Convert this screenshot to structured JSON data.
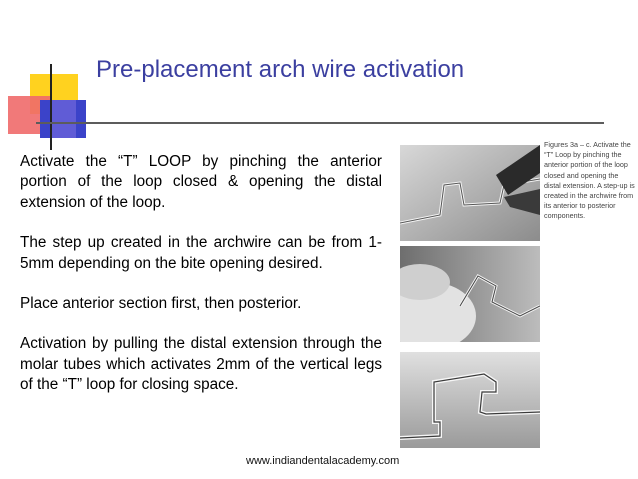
{
  "slide": {
    "title": "Pre-placement arch wire activation",
    "paragraphs": [
      "Activate the “T” LOOP by pinching the anterior portion of the loop closed & opening the distal extension of the loop.",
      "The step up created in the archwire can be from 1-5mm depending on the bite opening desired.",
      "Place anterior section first, then posterior.",
      "Activation by pulling the distal extension through the molar tubes which activates 2mm of the vertical legs of the “T” loop for closing space."
    ],
    "figure_caption": "Figures 3a – c. Activate the “T” Loop by pinching the anterior portion of the loop closed and opening the distal extension. A step-up is created in the archwire from its anterior to posterior components.",
    "footer": "www.indiandentalacademy.com"
  },
  "colors": {
    "title": "#3b3fa0",
    "accent_yellow": "#ffd21f",
    "accent_red": "#f06a6a",
    "accent_blue": "#3b43c9"
  }
}
